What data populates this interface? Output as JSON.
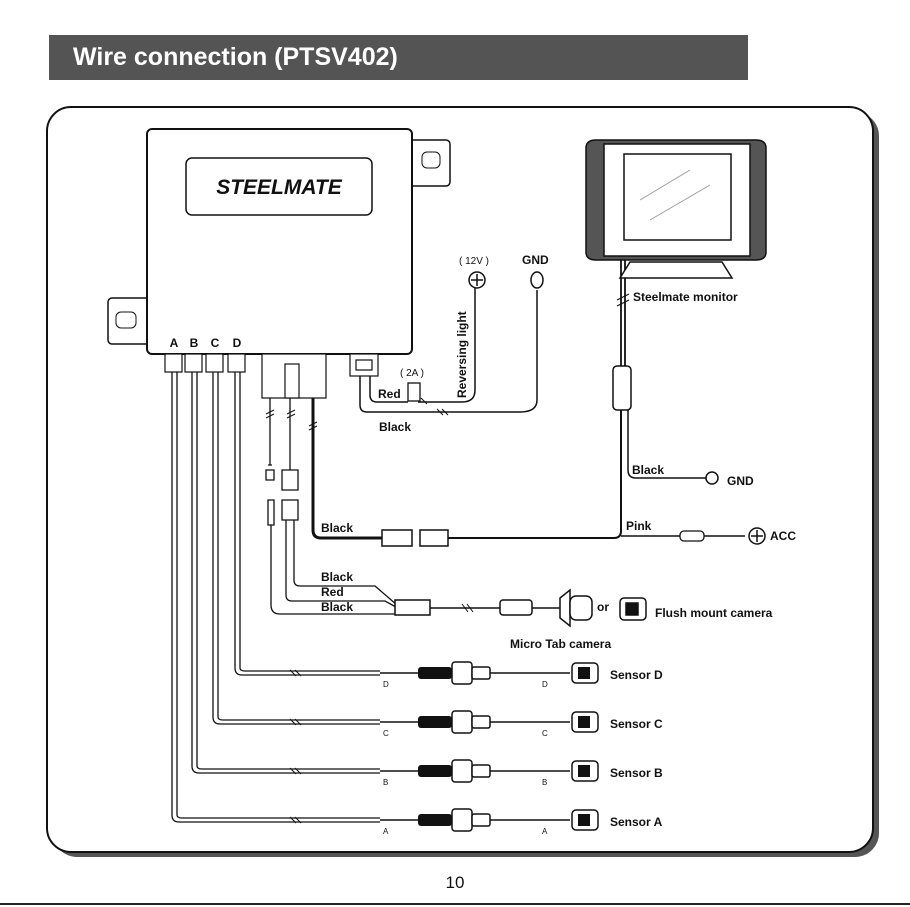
{
  "title": "Wire connection (PTSV402)",
  "page_number": "10",
  "control_box": {
    "brand": "STEELMATE",
    "port_labels": [
      "A",
      "B",
      "C",
      "D"
    ]
  },
  "power": {
    "voltage": "( 12V )",
    "gnd": "GND",
    "fuse": "( 2A )",
    "reversing_light": "Reversing light",
    "red": "Red",
    "black": "Black"
  },
  "monitor": {
    "label": "Steelmate monitor",
    "black": "Black",
    "gnd": "GND",
    "pink": "Pink",
    "acc": "ACC"
  },
  "camera": {
    "cable_black": "Black",
    "wire_black_1": "Black",
    "wire_red": "Red",
    "wire_black_2": "Black",
    "micro_tab": "Micro Tab camera",
    "or": "or",
    "flush_mount": "Flush mount camera"
  },
  "sensors": [
    {
      "label": "Sensor D",
      "tag": "D"
    },
    {
      "label": "Sensor C",
      "tag": "C"
    },
    {
      "label": "Sensor B",
      "tag": "B"
    },
    {
      "label": "Sensor A",
      "tag": "A"
    }
  ]
}
